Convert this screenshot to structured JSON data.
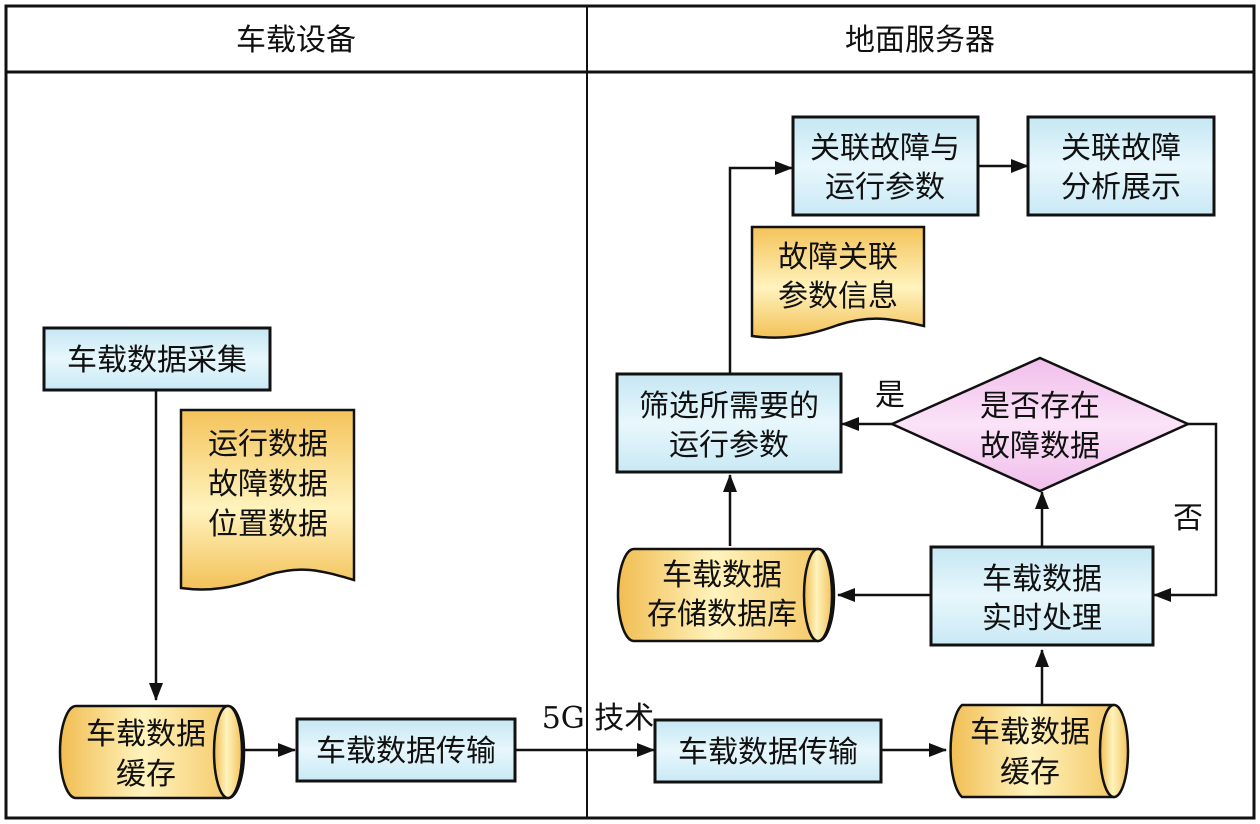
{
  "lanes": [
    {
      "title": "车载设备"
    },
    {
      "title": "地面服务器"
    }
  ],
  "nodes": {
    "collect": {
      "lines": [
        "车载数据采集"
      ],
      "shape": "process"
    },
    "data_doc": {
      "lines": [
        "运行数据",
        "故障数据",
        "位置数据"
      ],
      "shape": "document"
    },
    "cache_left": {
      "lines": [
        "车载数据",
        "缓存"
      ],
      "shape": "storage"
    },
    "transmit_left": {
      "lines": [
        "车载数据传输"
      ],
      "shape": "process"
    },
    "transmit_right": {
      "lines": [
        "车载数据传输"
      ],
      "shape": "process"
    },
    "cache_right": {
      "lines": [
        "车载数据",
        "缓存"
      ],
      "shape": "storage"
    },
    "realtime": {
      "lines": [
        "车载数据",
        "实时处理"
      ],
      "shape": "process"
    },
    "decision": {
      "lines": [
        "是否存在",
        "故障数据"
      ],
      "shape": "decision"
    },
    "database": {
      "lines": [
        "车载数据",
        "存储数据库"
      ],
      "shape": "storage"
    },
    "filter": {
      "lines": [
        "筛选所需要的",
        "运行参数"
      ],
      "shape": "process"
    },
    "fault_doc": {
      "lines": [
        "故障关联",
        "参数信息"
      ],
      "shape": "document"
    },
    "associate": {
      "lines": [
        "关联故障与",
        "运行参数"
      ],
      "shape": "process"
    },
    "display": {
      "lines": [
        "关联故障",
        "分析展示"
      ],
      "shape": "process"
    }
  },
  "edge_labels": {
    "link": "5G 技术",
    "yes": "是",
    "no": "否"
  },
  "colors": {
    "process_top": "#c9e9f4",
    "process_bottom": "#e6f6fb",
    "storage_dark": "#f3c158",
    "storage_light": "#fff1b8",
    "decision_fill": "#f2c4ee",
    "line": "#111111"
  }
}
